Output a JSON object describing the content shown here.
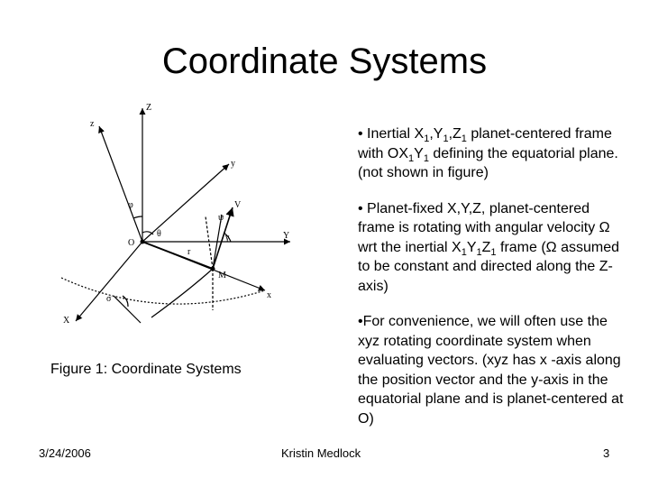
{
  "slide": {
    "title": "Coordinate Systems",
    "caption": "Figure 1:  Coordinate Systems",
    "bullets": [
      {
        "parts": [
          "• Inertial X",
          "1",
          ",Y",
          "1",
          ",Z",
          "1",
          " planet-centered frame with OX",
          "1",
          "Y",
          "1",
          " defining the equatorial plane. (not shown in figure)"
        ]
      },
      {
        "parts": [
          "• Planet-fixed X,Y,Z, planet-centered frame is rotating with angular velocity Ω wrt the inertial X",
          "1",
          "Y",
          "1",
          "Z",
          "1",
          " frame (Ω assumed to be constant and directed along the Z-axis)"
        ]
      },
      {
        "parts": [
          "•For convenience, we will often use the xyz rotating coordinate system when evaluating vectors.  (xyz has x -axis along the position vector and the y-axis in the equatorial plane and is planet-centered at O)"
        ]
      }
    ]
  },
  "figure": {
    "labels": {
      "Z": "Z",
      "z": "z",
      "y": "y",
      "Y": "Y",
      "x": "x",
      "X": "X",
      "O": "O",
      "V": "V",
      "M": "M",
      "r": "r",
      "phi": "φ",
      "theta": "θ",
      "psi": "ψ",
      "gamma": "γ",
      "sigma": "σ"
    }
  },
  "footer": {
    "date": "3/24/2006",
    "author": "Kristin Medlock",
    "page": "3"
  }
}
